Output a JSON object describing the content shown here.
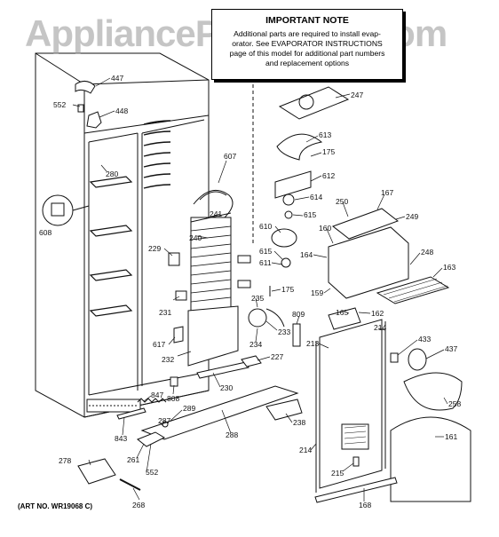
{
  "watermark": "AppliancePartsPros.com",
  "note": {
    "title": "IMPORTANT NOTE",
    "lines": [
      "Additional parts are required to install evap-",
      "orator. See EVAPORATOR INSTRUCTIONS",
      "page of this model for additional part numbers",
      "and replacement options"
    ]
  },
  "art_number": "(ART NO. WR19068 C)",
  "parts": [
    "447",
    "552",
    "448",
    "280",
    "608",
    "607",
    "241",
    "240",
    "229",
    "231",
    "617",
    "232",
    "230",
    "808",
    "847",
    "843",
    "289",
    "287",
    "261",
    "552",
    "278",
    "268",
    "288",
    "247",
    "613",
    "175",
    "612",
    "614",
    "615",
    "610",
    "615",
    "611",
    "175",
    "235",
    "233",
    "234",
    "227",
    "809",
    "250",
    "167",
    "249",
    "160",
    "164",
    "248",
    "163",
    "159",
    "165",
    "162",
    "213",
    "214",
    "433",
    "437",
    "258",
    "238",
    "161",
    "214",
    "215",
    "168"
  ],
  "colors": {
    "line": "#111111",
    "fill": "#ffffff",
    "watermark": "#969696"
  }
}
